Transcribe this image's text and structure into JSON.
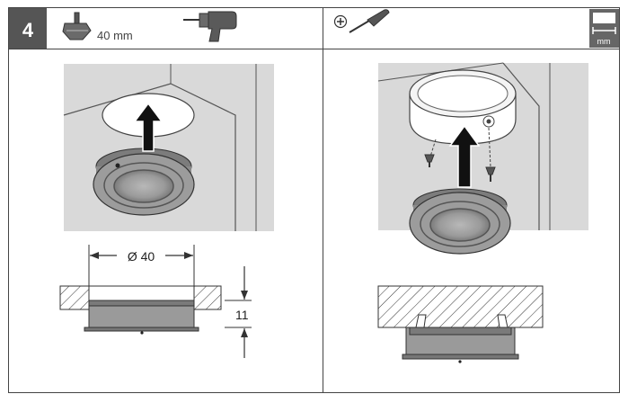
{
  "step": {
    "number": "4",
    "drill_size": "40 mm"
  },
  "left_panel": {
    "diameter_label": "Ø 40",
    "height_label": "11"
  },
  "right_panel": {
    "unit_label": "mm"
  },
  "icons": {
    "left_header": [
      "hole-saw-icon",
      "power-drill-icon"
    ],
    "right_header": [
      "phillips-screwdriver-icon",
      "ruler-measure-icon"
    ]
  },
  "colors": {
    "step_badge_bg": "#555555",
    "photo_bg": "#d9d9d9",
    "light_body": "#9a9a9a",
    "line": "#222222"
  }
}
